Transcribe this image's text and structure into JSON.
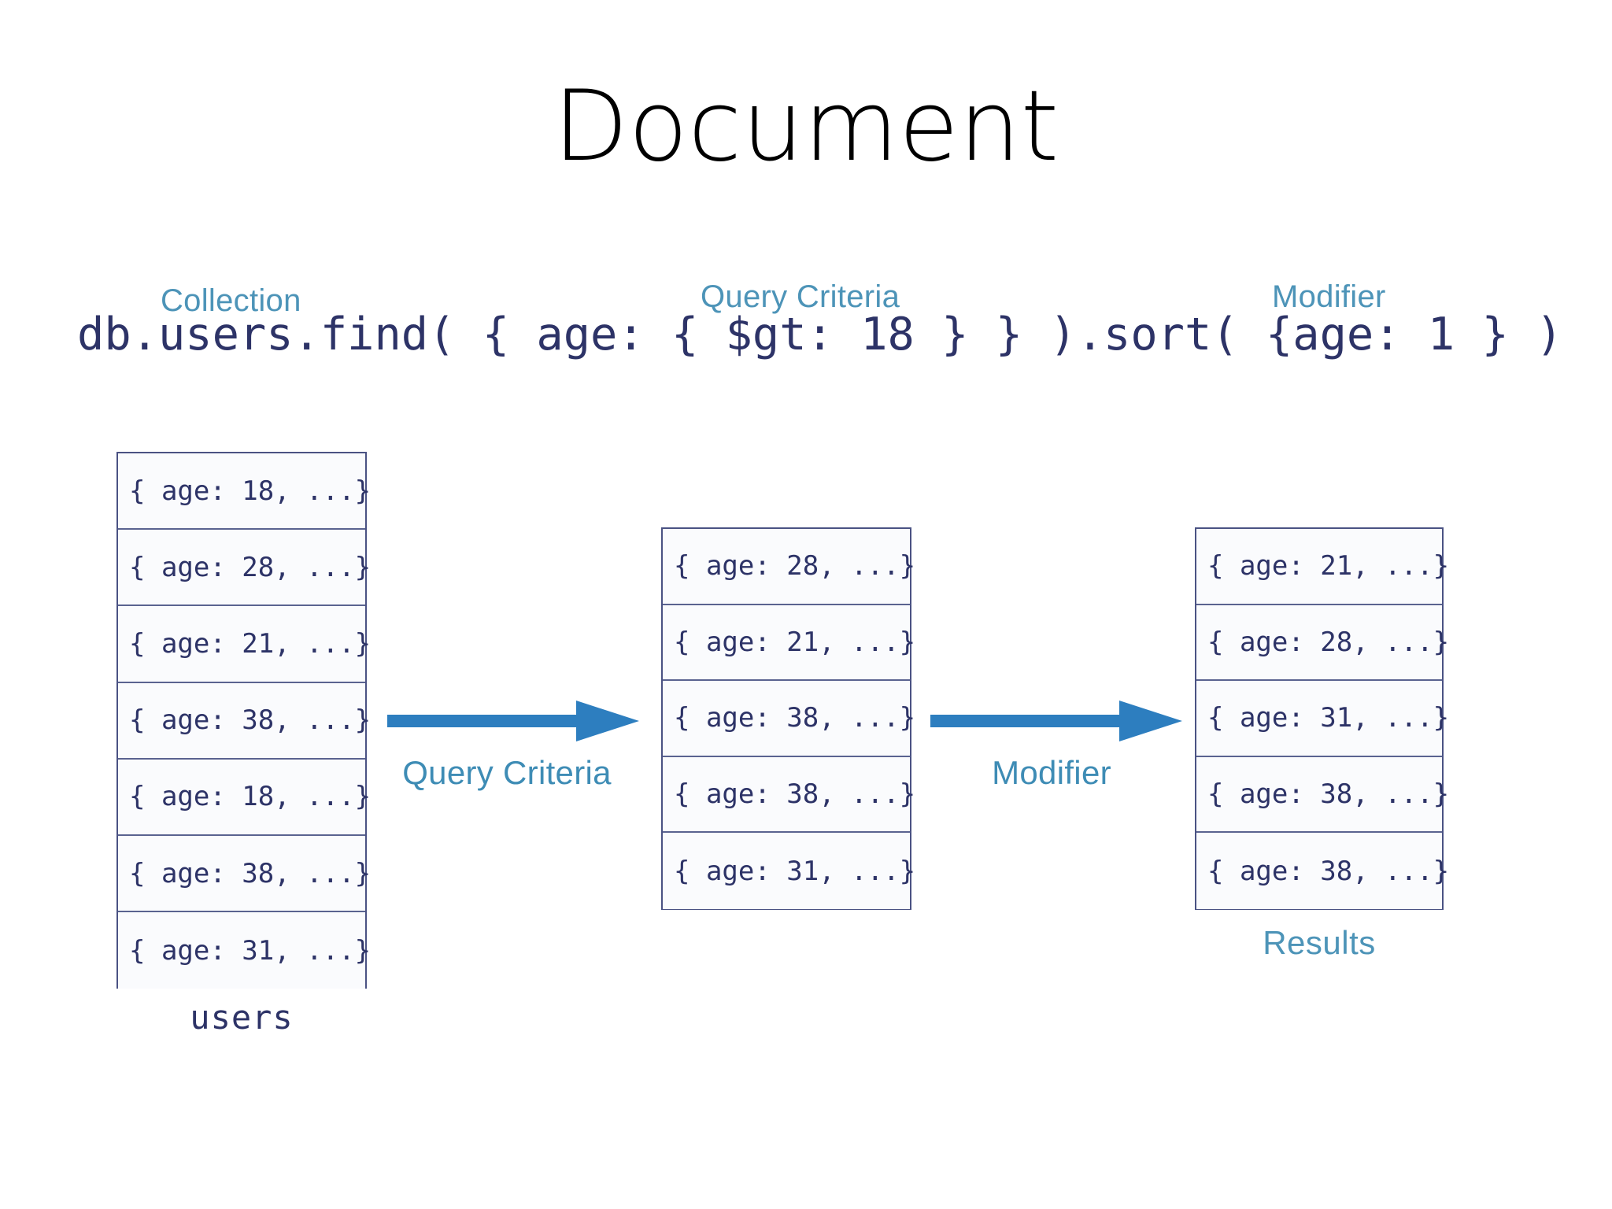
{
  "slide": {
    "title": "Document",
    "background": "#ffffff"
  },
  "colors": {
    "title": "#000000",
    "code": "#2d3367",
    "annotation": "#4d94b8",
    "arrow": "#2d7ebf",
    "table_border": "#4a5283",
    "cell_background": "#fafbfd"
  },
  "query": {
    "code": "db.users.find( { age: { $gt: 18 } } ).sort( {age: 1 } )",
    "annotations": [
      {
        "name": "collection",
        "label": "Collection"
      },
      {
        "name": "query-criteria",
        "label": "Query Criteria"
      },
      {
        "name": "modifier",
        "label": "Modifier"
      }
    ]
  },
  "tables": [
    {
      "name": "users",
      "caption": "users",
      "caption_position": "bottom",
      "rows": [
        "{ age: 18, ...}",
        "{ age: 28, ...}",
        "{ age: 21, ...}",
        "{ age: 38, ...}",
        "{ age: 18, ...}",
        "{ age: 38, ...}",
        "{ age: 31, ...}"
      ]
    },
    {
      "name": "filtered",
      "caption": "",
      "caption_position": "none",
      "rows": [
        "{ age: 28, ...}",
        "{ age: 21, ...}",
        "{ age: 38, ...}",
        "{ age: 38, ...}",
        "{ age: 31, ...}"
      ]
    },
    {
      "name": "results",
      "caption": "Results",
      "caption_position": "bottom",
      "rows": [
        "{ age: 21, ...}",
        "{ age: 28, ...}",
        "{ age: 31, ...}",
        "{ age: 38, ...}",
        "{ age: 38, ...}"
      ]
    }
  ],
  "arrows": [
    {
      "name": "query-criteria-arrow",
      "label": "Query Criteria",
      "direction": "right"
    },
    {
      "name": "modifier-arrow",
      "label": "Modifier",
      "direction": "right"
    }
  ]
}
